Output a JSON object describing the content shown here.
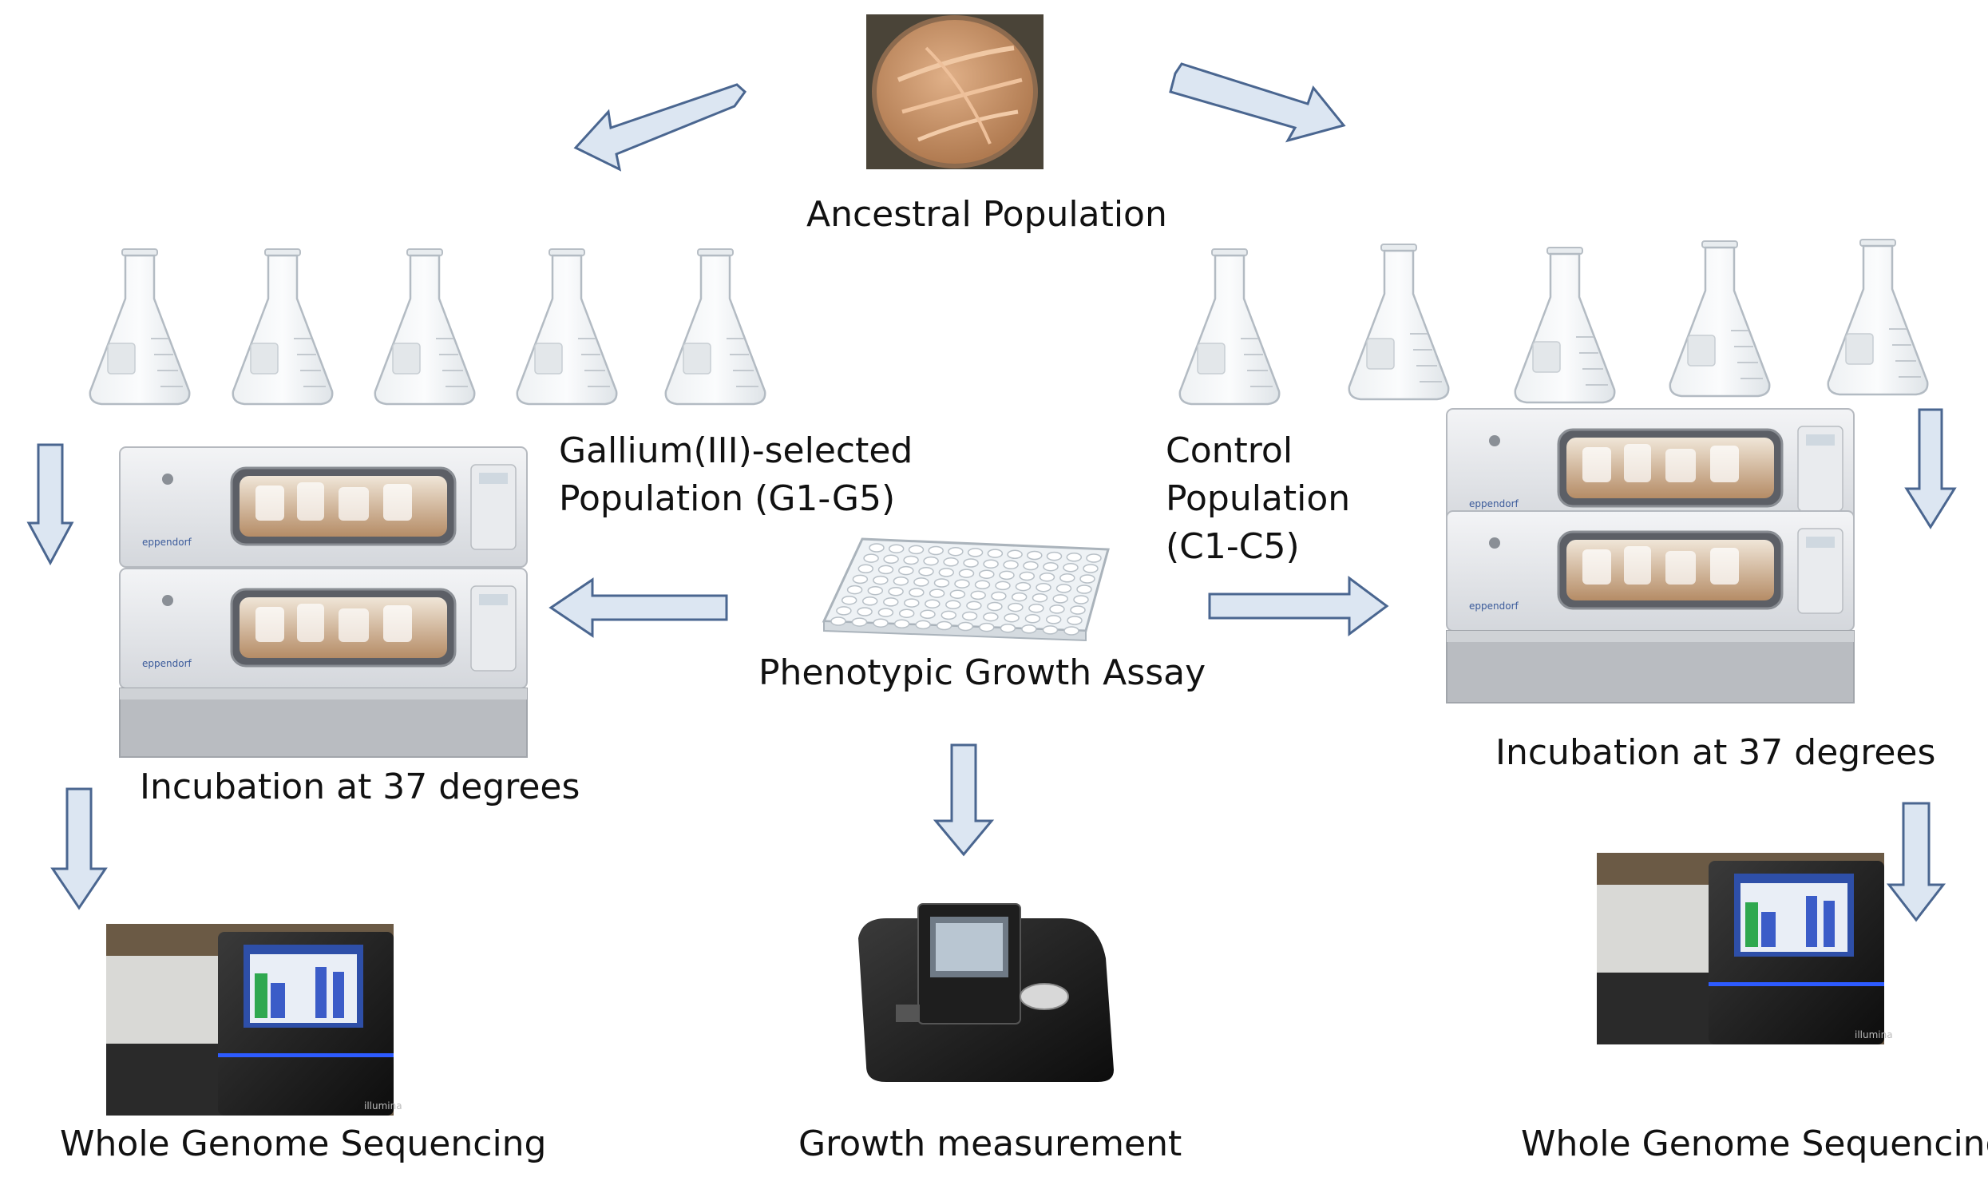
{
  "labels": {
    "ancestral": "Ancestral Population",
    "gallium_line1": "Gallium(III)-selected",
    "gallium_line2": "Population (G1-G5)",
    "control_line1": "Control",
    "control_line2": "Population",
    "control_line3": "(C1-C5)",
    "phenotypic": "Phenotypic Growth Assay",
    "incubation_left": "Incubation at 37 degrees",
    "incubation_right": "Incubation at 37 degrees",
    "wgs_left": "Whole Genome Sequencing",
    "wgs_right": "Whole Genome Sequencing",
    "growth": "Growth measurement"
  },
  "device_text": {
    "incubator_brand": "eppendorf",
    "sequencer_brand": "illumina"
  },
  "colors": {
    "arrow_fill": "#dce6f2",
    "arrow_stroke": "#4a6690",
    "agar": "#c9946a"
  },
  "icons": [
    "petri-dish-icon",
    "flask-icon",
    "incubator-icon",
    "well-plate-icon",
    "sequencer-icon",
    "plate-reader-icon"
  ]
}
